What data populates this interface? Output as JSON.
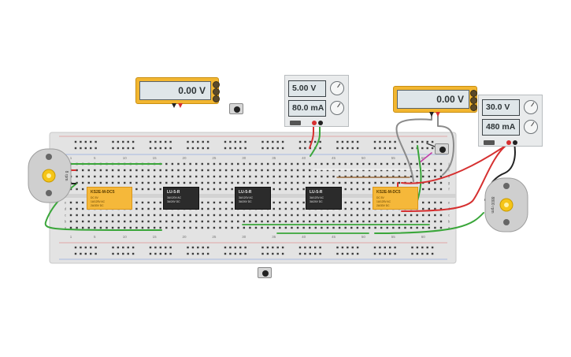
{
  "multimeters": [
    {
      "id": "meter-left",
      "reading": "0.00 V"
    },
    {
      "id": "meter-right",
      "reading": "0.00 V"
    }
  ],
  "power_supplies": [
    {
      "id": "psu-left",
      "voltage": "5.00 V",
      "current": "80.0 mA"
    },
    {
      "id": "psu-right",
      "voltage": "30.0 V",
      "current": "480 mA"
    }
  ],
  "relays": [
    {
      "id": "relay-1",
      "kind": "yellow",
      "title": "KS2E-M-DC5",
      "spec": [
        "DC 5V",
        "1A/125V AC",
        "2A/30V DC"
      ]
    },
    {
      "id": "relay-2",
      "kind": "black",
      "title": "LU-5-R",
      "spec": [
        "3A/120V AC",
        "3A/24V DC"
      ]
    },
    {
      "id": "relay-3",
      "kind": "black",
      "title": "LU-5-R",
      "spec": [
        "3A/120V AC",
        "3A/24V DC"
      ]
    },
    {
      "id": "relay-4",
      "kind": "black",
      "title": "LU-5-R",
      "spec": [
        "3A/120V AC",
        "3A/24V DC"
      ]
    },
    {
      "id": "relay-5",
      "kind": "yellow",
      "title": "KS2E-M-DC5",
      "spec": [
        "DC 5V",
        "1A/125V AC",
        "2A/30V DC"
      ]
    }
  ],
  "breadboard": {
    "column_numbers": [
      "1",
      "5",
      "10",
      "15",
      "20",
      "25",
      "30",
      "35",
      "40",
      "45",
      "50",
      "55",
      "60"
    ],
    "row_letters_top": [
      "j",
      "i",
      "h",
      "g",
      "f"
    ],
    "row_letters_bottom": [
      "e",
      "d",
      "c",
      "b",
      "a"
    ]
  },
  "motors": [
    {
      "id": "motor-left",
      "label": "8 rpm"
    },
    {
      "id": "motor-right",
      "label": "8800 rpm"
    }
  ],
  "colors": {
    "meter": "#f2b630",
    "board": "#e3e3e3",
    "wire_red": "#d63030",
    "wire_green": "#3aa63a",
    "wire_gray": "#888888",
    "wire_black": "#222222",
    "relay_yellow": "#f5b83a",
    "relay_black": "#2b2b2b"
  }
}
